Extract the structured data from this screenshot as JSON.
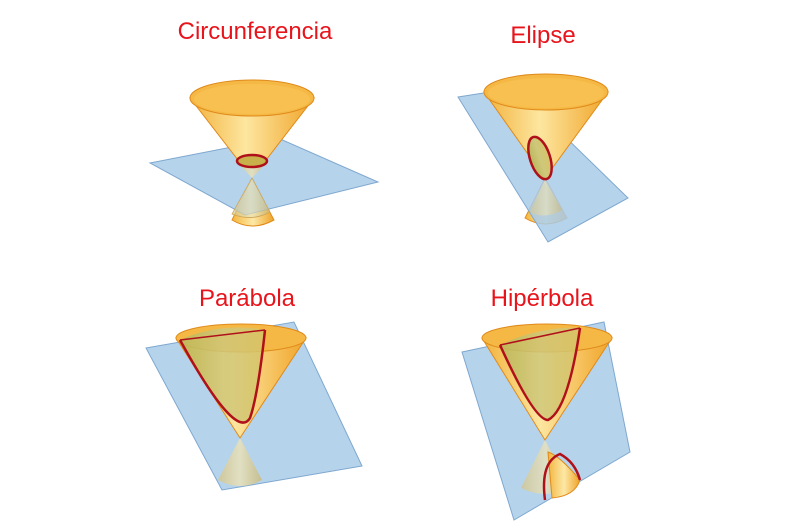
{
  "panels": [
    {
      "id": "circle",
      "title": "Circunferencia"
    },
    {
      "id": "ellipse",
      "title": "Elipse"
    },
    {
      "id": "parabola",
      "title": "Parábola"
    },
    {
      "id": "hyperbola",
      "title": "Hipérbola"
    }
  ],
  "colors": {
    "title": "#e8141c",
    "cone_light": "#fde7a8",
    "cone_dark": "#f0a428",
    "plane_fill": "#a9cbe9",
    "plane_stroke": "#7fa8cf",
    "section": "#c8141c"
  }
}
